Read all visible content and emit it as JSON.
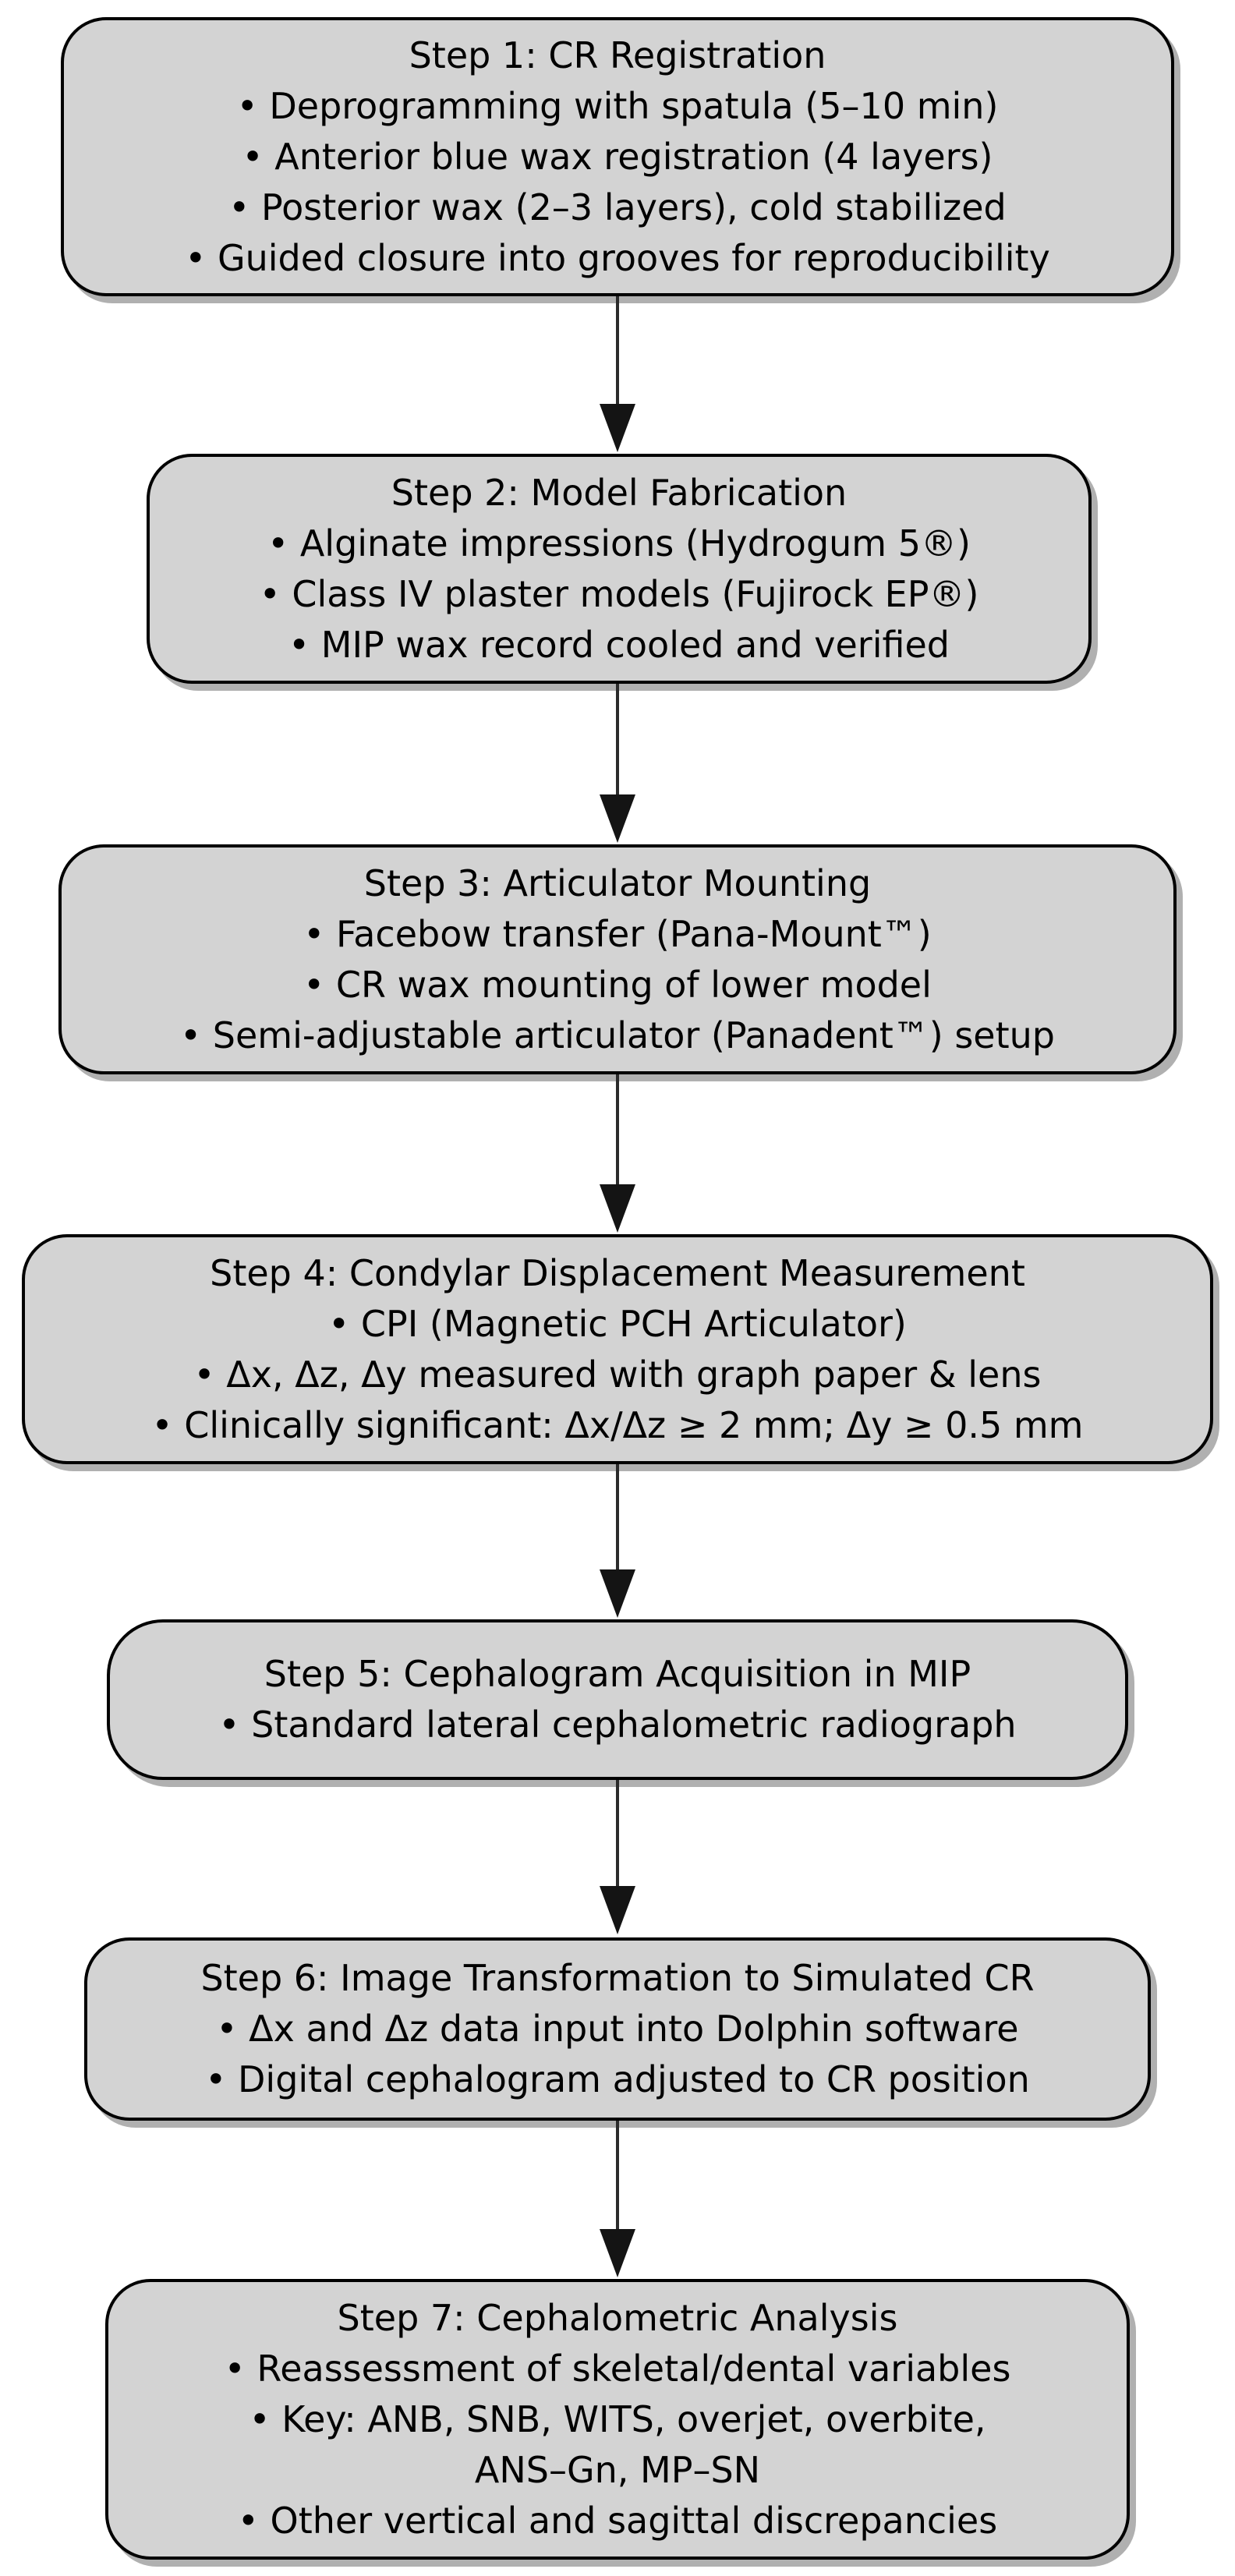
{
  "colors": {
    "box_fill": "#d3d3d3",
    "box_border": "#000000",
    "box_shadow": "#b0b0b0",
    "arrow": "#141414",
    "background": "#ffffff",
    "text": "#000000"
  },
  "steps": [
    {
      "lines": [
        "Step 1: CR Registration",
        "• Deprogramming with spatula (5–10 min)",
        "• Anterior blue wax registration (4 layers)",
        "• Posterior wax (2–3 layers), cold stabilized",
        "• Guided closure into grooves for reproducibility"
      ]
    },
    {
      "lines": [
        "Step 2: Model Fabrication",
        "• Alginate impressions (Hydrogum 5®)",
        "• Class IV plaster models (Fujirock EP®)",
        "• MIP wax record cooled and verified"
      ]
    },
    {
      "lines": [
        "Step 3: Articulator Mounting",
        "• Facebow transfer (Pana-Mount™)",
        "• CR wax mounting of lower model",
        "• Semi-adjustable articulator (Panadent™) setup"
      ]
    },
    {
      "lines": [
        "Step 4: Condylar Displacement Measurement",
        "• CPI (Magnetic PCH Articulator)",
        "• Δx, Δz, Δy measured with graph paper & lens",
        "• Clinically significant: Δx/Δz ≥ 2 mm; Δy ≥ 0.5 mm"
      ]
    },
    {
      "lines": [
        "Step 5: Cephalogram Acquisition in MIP",
        "• Standard lateral cephalometric radiograph"
      ]
    },
    {
      "lines": [
        "Step 6: Image Transformation to Simulated CR",
        "• Δx and Δz data input into Dolphin software",
        "• Digital cephalogram adjusted to CR position"
      ]
    },
    {
      "lines": [
        "Step 7: Cephalometric Analysis",
        "• Reassessment of skeletal/dental variables",
        "• Key: ANB, SNB, WITS, overjet, overbite,",
        "ANS–Gn, MP–SN",
        "• Other vertical and sagittal discrepancies"
      ]
    }
  ]
}
